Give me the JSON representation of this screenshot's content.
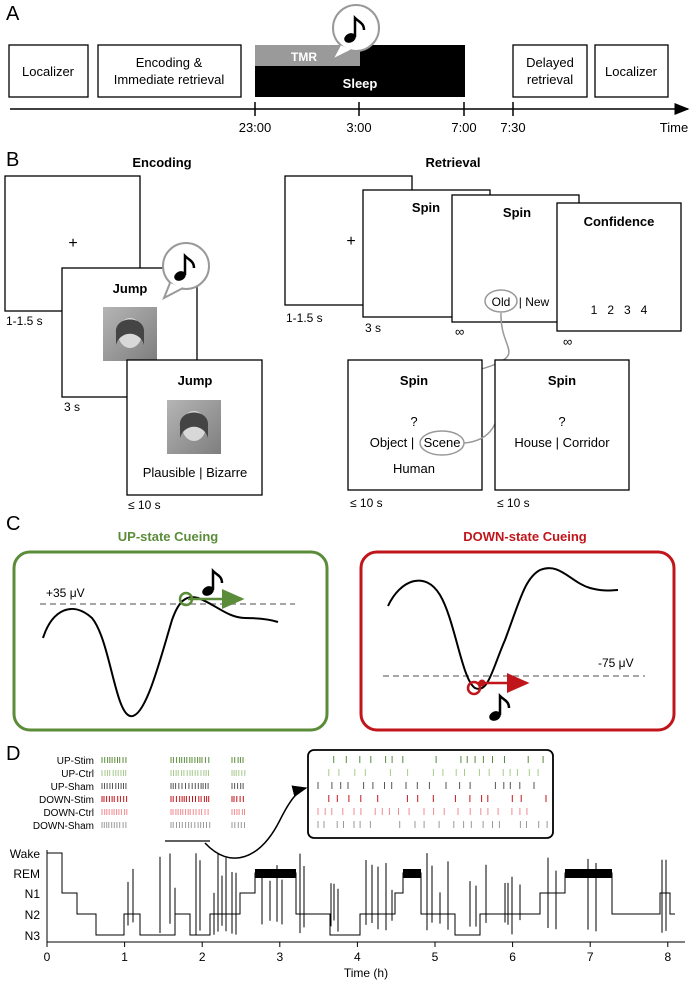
{
  "panels": {
    "a": "A",
    "b": "B",
    "c": "C",
    "d": "D"
  },
  "timeline": {
    "boxes": {
      "localizer1": "Localizer",
      "encoding_line1": "Encoding &",
      "encoding_line2": "Immediate retrieval",
      "tmr": "TMR",
      "sleep": "Sleep",
      "delayed_line1": "Delayed",
      "delayed_line2": "retrieval",
      "localizer2": "Localizer"
    },
    "ticks": [
      "23:00",
      "3:00",
      "7:00",
      "7:30"
    ],
    "axis_label": "Time"
  },
  "encoding": {
    "title": "Encoding",
    "fixation": "+",
    "word1": "Jump",
    "word2": "Jump",
    "choice": "Plausible | Bizarre",
    "dur1": "1-1.5 s",
    "dur2": "3 s",
    "dur3": "≤ 10 s"
  },
  "retrieval": {
    "title": "Retrieval",
    "fixation": "+",
    "spin1": "Spin",
    "spin2": "Spin",
    "old": "Old",
    "new": "| New",
    "confidence": "Confidence",
    "scale": "1   2   3   4",
    "dur1": "1-1.5 s",
    "dur2": "3 s",
    "dur3": "∞",
    "dur4": "∞",
    "box_left": {
      "spin": "Spin",
      "q": "?",
      "opt1": "Object |",
      "opt2": "Scene",
      "human": "Human",
      "dur": "≤ 10 s"
    },
    "box_right": {
      "spin": "Spin",
      "q": "?",
      "opts": "House | Corridor",
      "dur": "≤ 10 s"
    }
  },
  "cueing": {
    "up_title": "UP-state Cueing",
    "up_threshold": "+35 μV",
    "down_title": "DOWN-state Cueing",
    "down_threshold": "-75 μV",
    "colors": {
      "up": "#5b8c3a",
      "down": "#c0161b"
    }
  },
  "hypnogram": {
    "raster_rows": [
      "UP-Stim",
      "UP-Ctrl",
      "UP-Sham",
      "DOWN-Stim",
      "DOWN-Ctrl",
      "DOWN-Sham"
    ],
    "raster_colors": [
      "#5b8c3a",
      "#a6c98c",
      "#555555",
      "#c0161b",
      "#f08a8f",
      "#9a9a9a"
    ],
    "stages": [
      "Wake",
      "REM",
      "N1",
      "N2",
      "N3"
    ],
    "x_ticks": [
      "0",
      "1",
      "2",
      "3",
      "4",
      "5",
      "6",
      "7",
      "8"
    ],
    "x_label": "Time (h)"
  }
}
